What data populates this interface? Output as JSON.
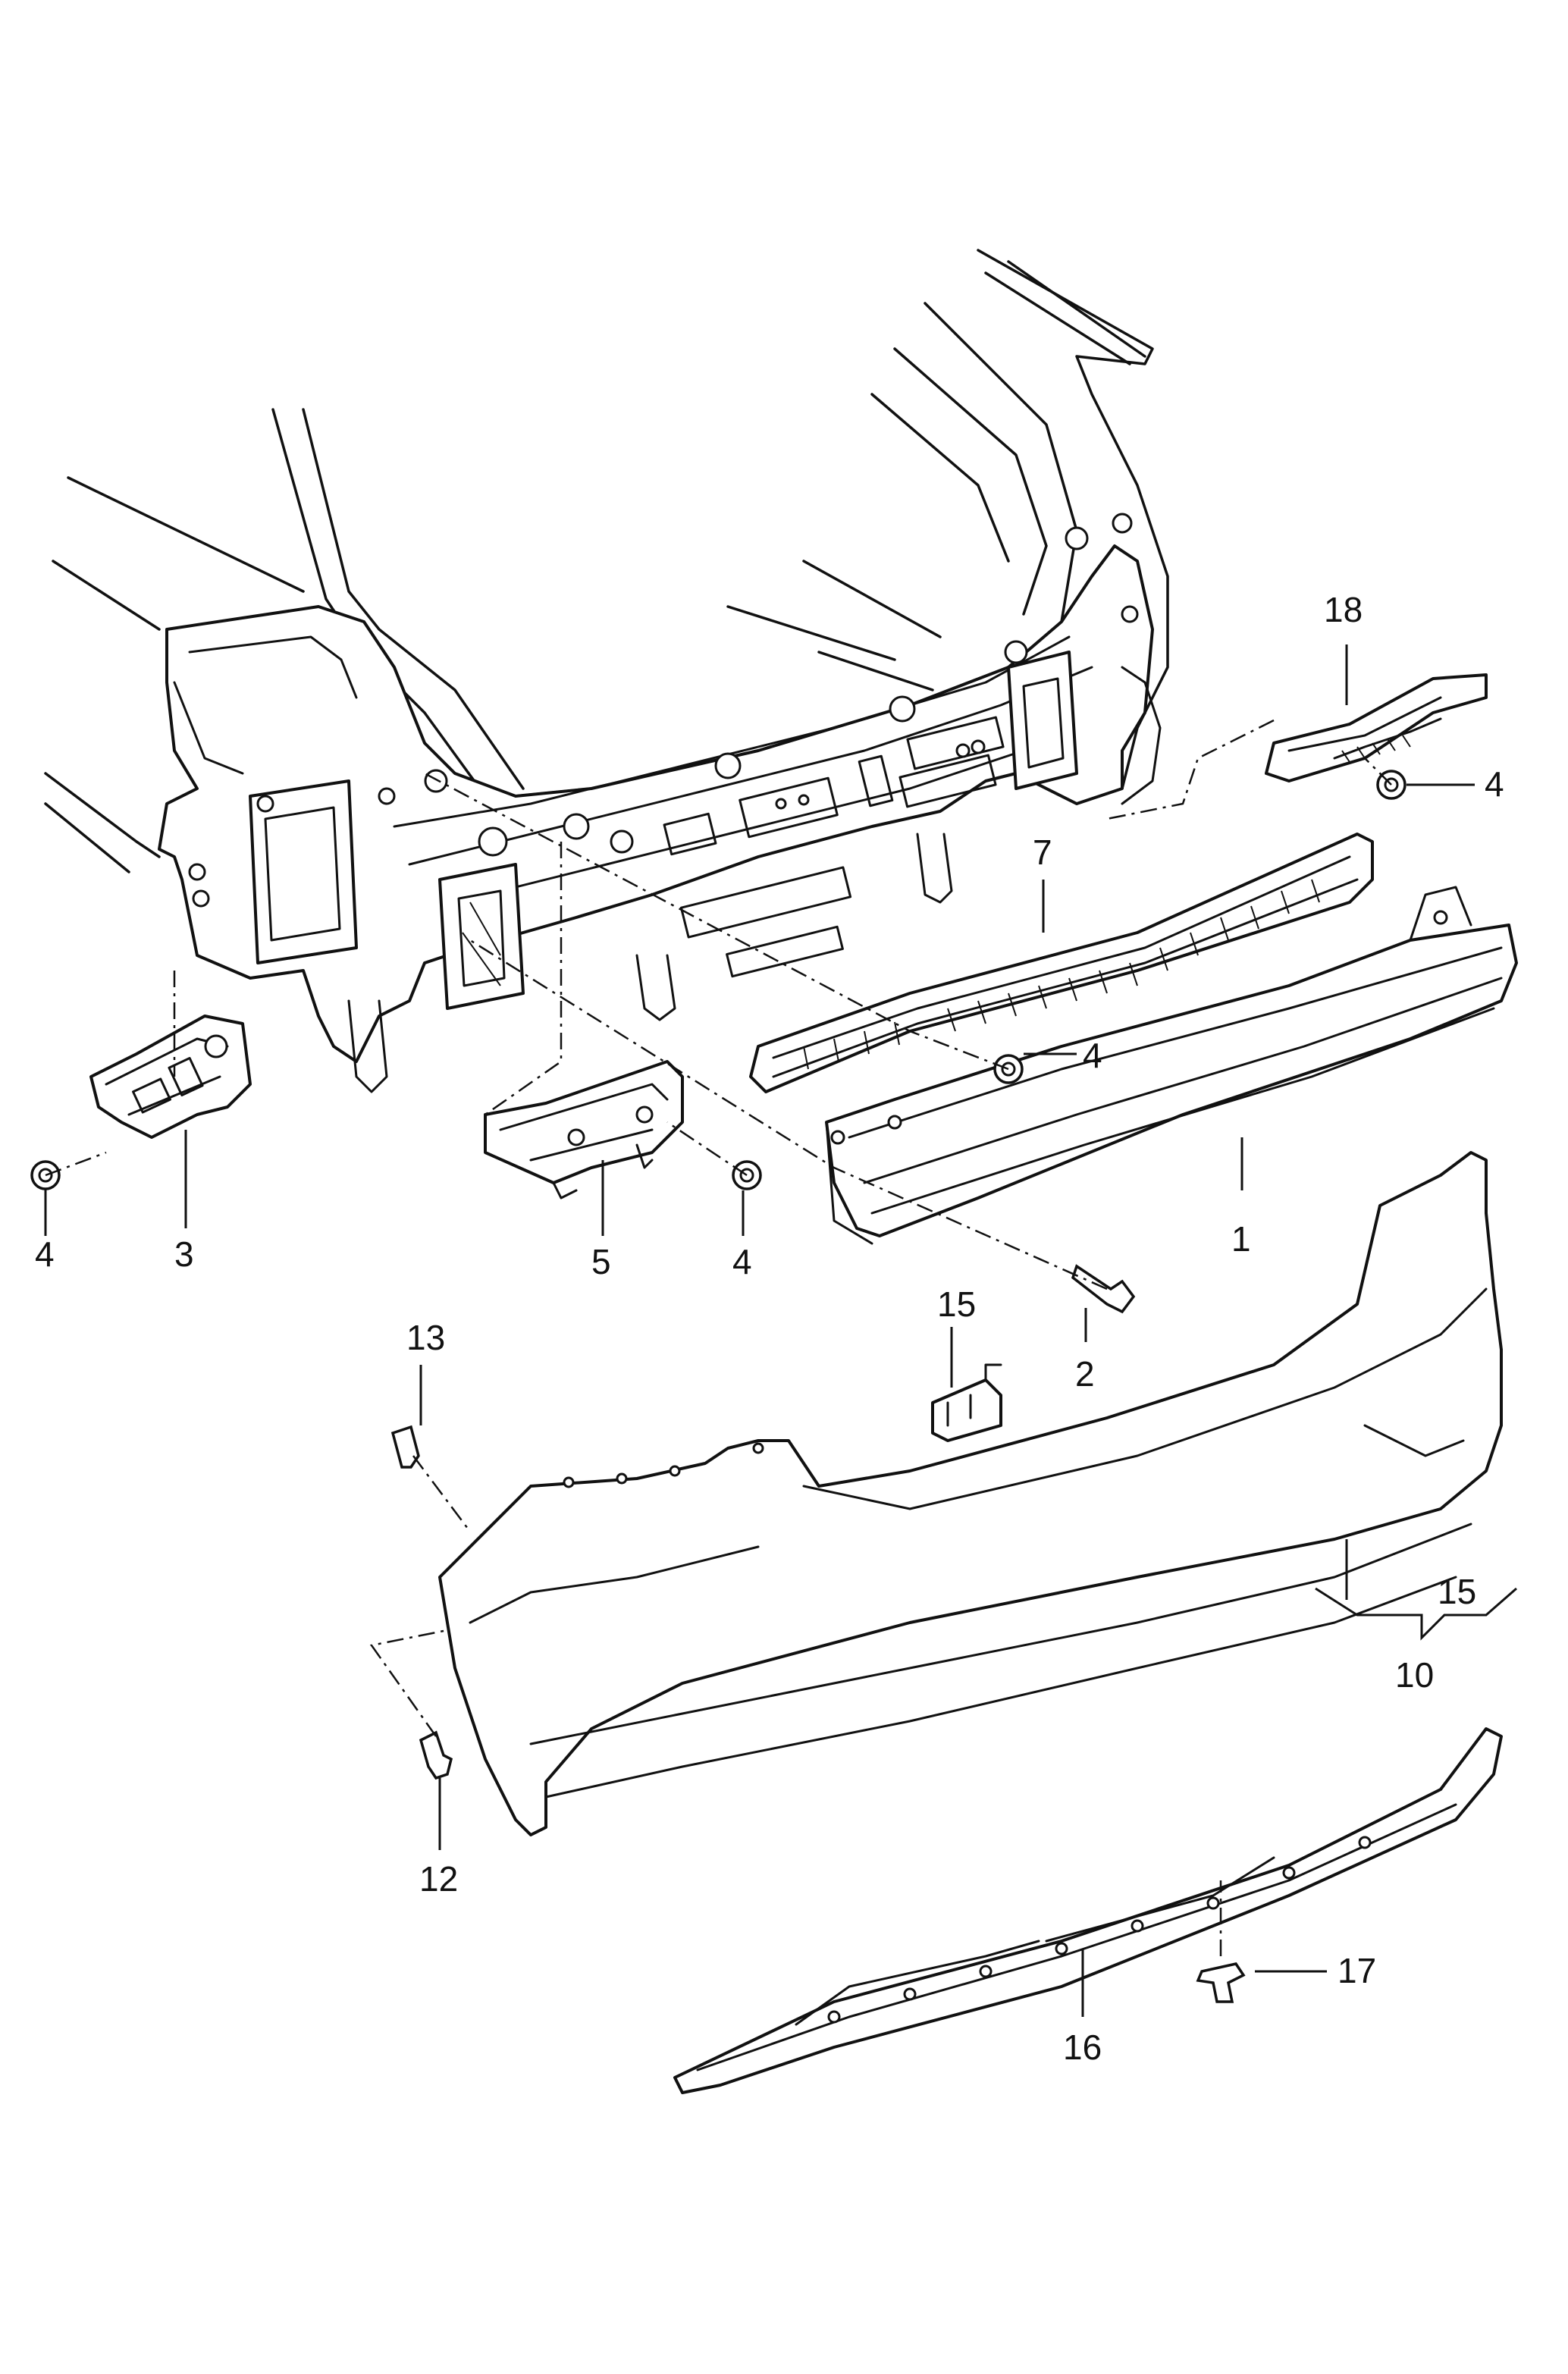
{
  "callouts": [
    {
      "id": "c18",
      "label": "18"
    },
    {
      "id": "c4a",
      "label": "4"
    },
    {
      "id": "c7",
      "label": "7"
    },
    {
      "id": "c4b",
      "label": "4"
    },
    {
      "id": "c1",
      "label": "1"
    },
    {
      "id": "c4c",
      "label": "4"
    },
    {
      "id": "c3",
      "label": "3"
    },
    {
      "id": "c5",
      "label": "5"
    },
    {
      "id": "c4d",
      "label": "4"
    },
    {
      "id": "c2",
      "label": "2"
    },
    {
      "id": "c15a",
      "label": "15"
    },
    {
      "id": "c13",
      "label": "13"
    },
    {
      "id": "c15b",
      "label": "15"
    },
    {
      "id": "c10",
      "label": "10"
    },
    {
      "id": "c12",
      "label": "12"
    },
    {
      "id": "c17",
      "label": "17"
    },
    {
      "id": "c16",
      "label": "16"
    }
  ]
}
